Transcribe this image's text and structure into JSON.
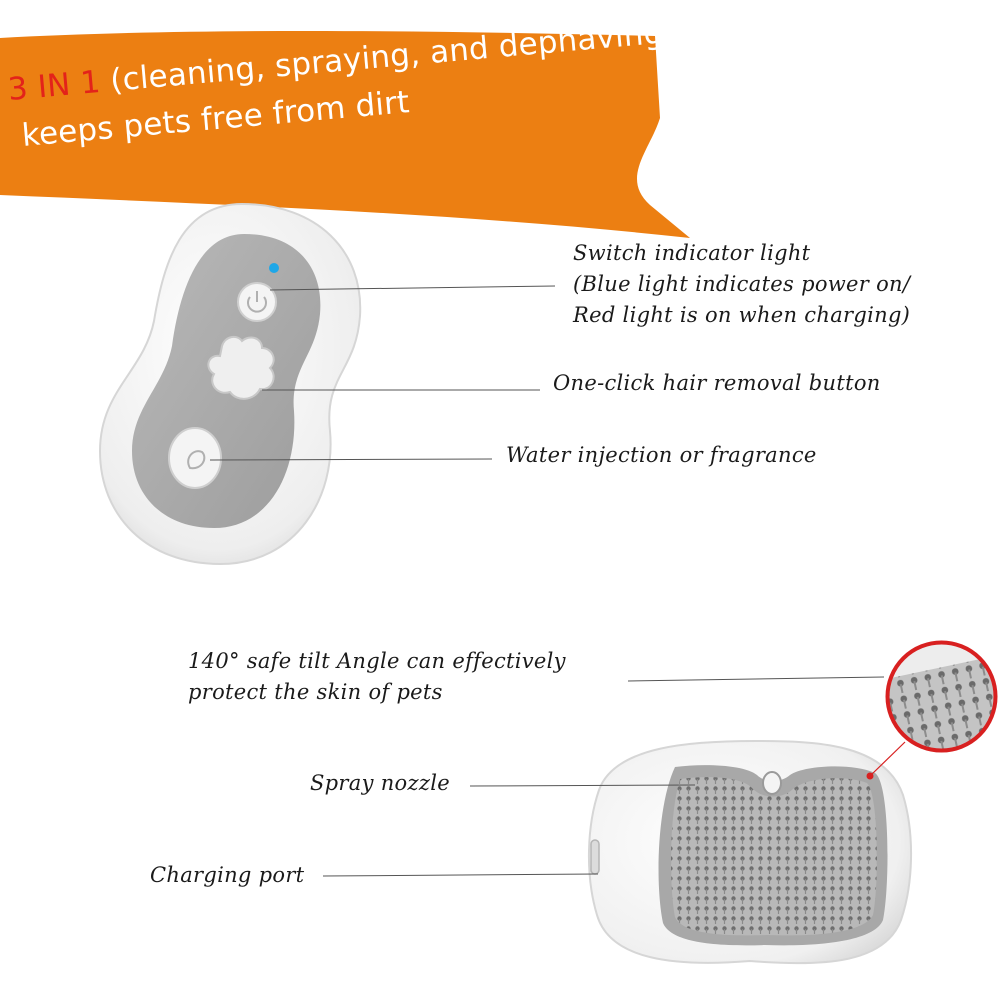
{
  "banner": {
    "accent_text": "3 IN 1",
    "line1_rest": " (cleaning, spraying, and dephaving)",
    "line2": "keeps pets free from dirt",
    "color": "#ec7f12",
    "accent_color": "#e3231a"
  },
  "callouts": {
    "indicator": {
      "line1": "Switch indicator light",
      "line2": "(Blue light indicates power on/",
      "line3": "Red light is on when charging)"
    },
    "hair_removal": "One-click hair removal button",
    "water": "Water injection or fragrance",
    "tilt": {
      "line1": "140° safe tilt Angle can effectively",
      "line2": "protect the skin of pets"
    },
    "spray": "Spray nozzle",
    "charging": "Charging port"
  },
  "colors": {
    "device_body": "#f2f2f2",
    "device_panel": "#a9a9a9",
    "indicator_led": "#1ea7e8",
    "zoom_ring": "#d82020"
  },
  "icons": [
    "power-icon",
    "paw-icon",
    "water-drop-icon"
  ]
}
